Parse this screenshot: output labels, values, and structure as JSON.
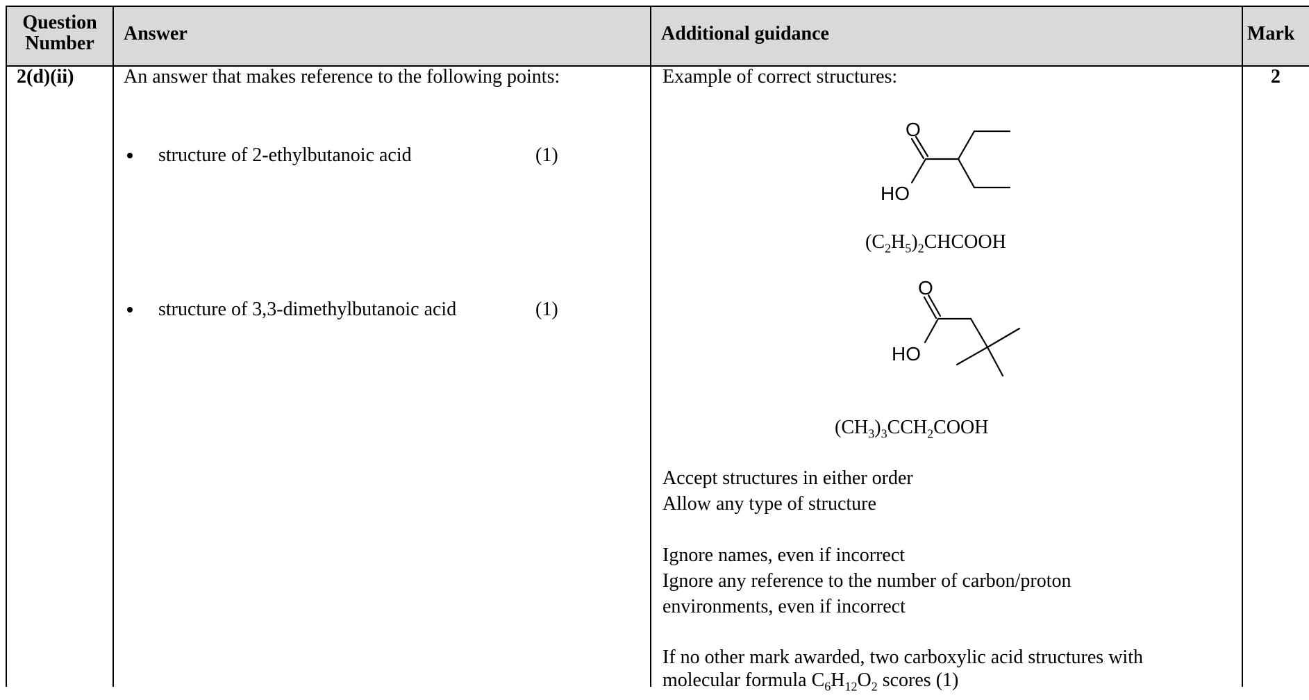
{
  "headers": {
    "question_number_line1": "Question",
    "question_number_line2": "Number",
    "answer": "Answer",
    "guidance": "Additional guidance",
    "mark": "Mark"
  },
  "row": {
    "question_number": "2(d)(ii)",
    "answer_intro": "An answer that makes reference to the following points:",
    "points": [
      {
        "text": "structure of 2-ethylbutanoic acid",
        "mark": "(1)"
      },
      {
        "text": "structure of 3,3-dimethylbutanoic acid",
        "mark": "(1)"
      }
    ],
    "mark": "2",
    "guidance": {
      "intro": "Example of correct structures:",
      "structure1": {
        "o_label": "O",
        "ho_label": "HO",
        "formula": {
          "p1": "(C",
          "s1": "2",
          "p2": "H",
          "s2": "5",
          "p3": ")",
          "s3": "2",
          "p4": "CHCOOH"
        }
      },
      "structure2": {
        "o_label": "O",
        "ho_label": "HO",
        "formula": {
          "p1": "(CH",
          "s1": "3",
          "p2": ")",
          "s2": "3",
          "p3": "CCH",
          "s3": "2",
          "p4": "COOH"
        }
      },
      "lines": [
        "Accept structures in either order",
        "Allow any type of structure",
        "Ignore names, even if incorrect",
        "Ignore any reference to the number of carbon/proton",
        "environments, even if incorrect",
        "If no other mark awarded, two carboxylic acid structures with"
      ],
      "final": {
        "p1": "molecular formula C",
        "s1": "6",
        "p2": "H",
        "s2": "12",
        "p3": "O",
        "s3": "2",
        "p4": " scores (1)"
      }
    }
  }
}
